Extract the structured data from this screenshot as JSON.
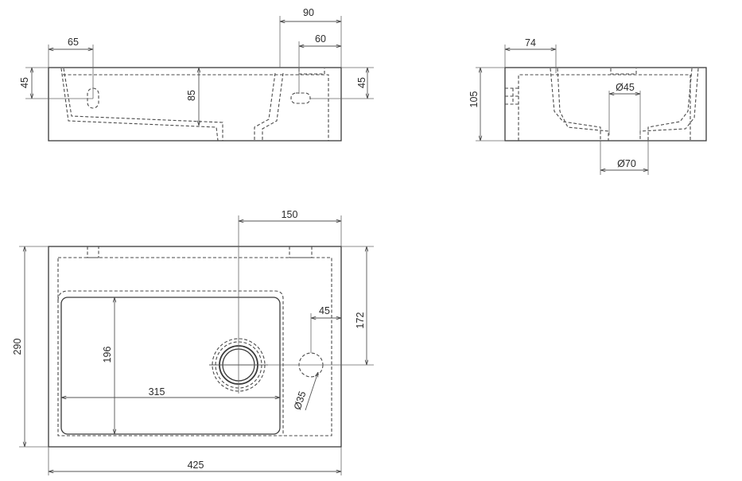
{
  "labels": {
    "front_width_top": "90",
    "front_tap_offset": "60",
    "front_left_offset": "65",
    "front_left_height": "45",
    "front_depth": "85",
    "front_right_height": "45",
    "side_offset": "74",
    "side_height": "105",
    "side_drain_inner": "Ø45",
    "side_drain_outer": "Ø70",
    "top_drain_offset": "150",
    "top_depth": "290",
    "top_tap_offset": "45",
    "top_tap_depth": "172",
    "top_basin_depth": "196",
    "top_basin_width": "315",
    "top_tap_diameter": "Ø35",
    "top_total_width": "425"
  }
}
